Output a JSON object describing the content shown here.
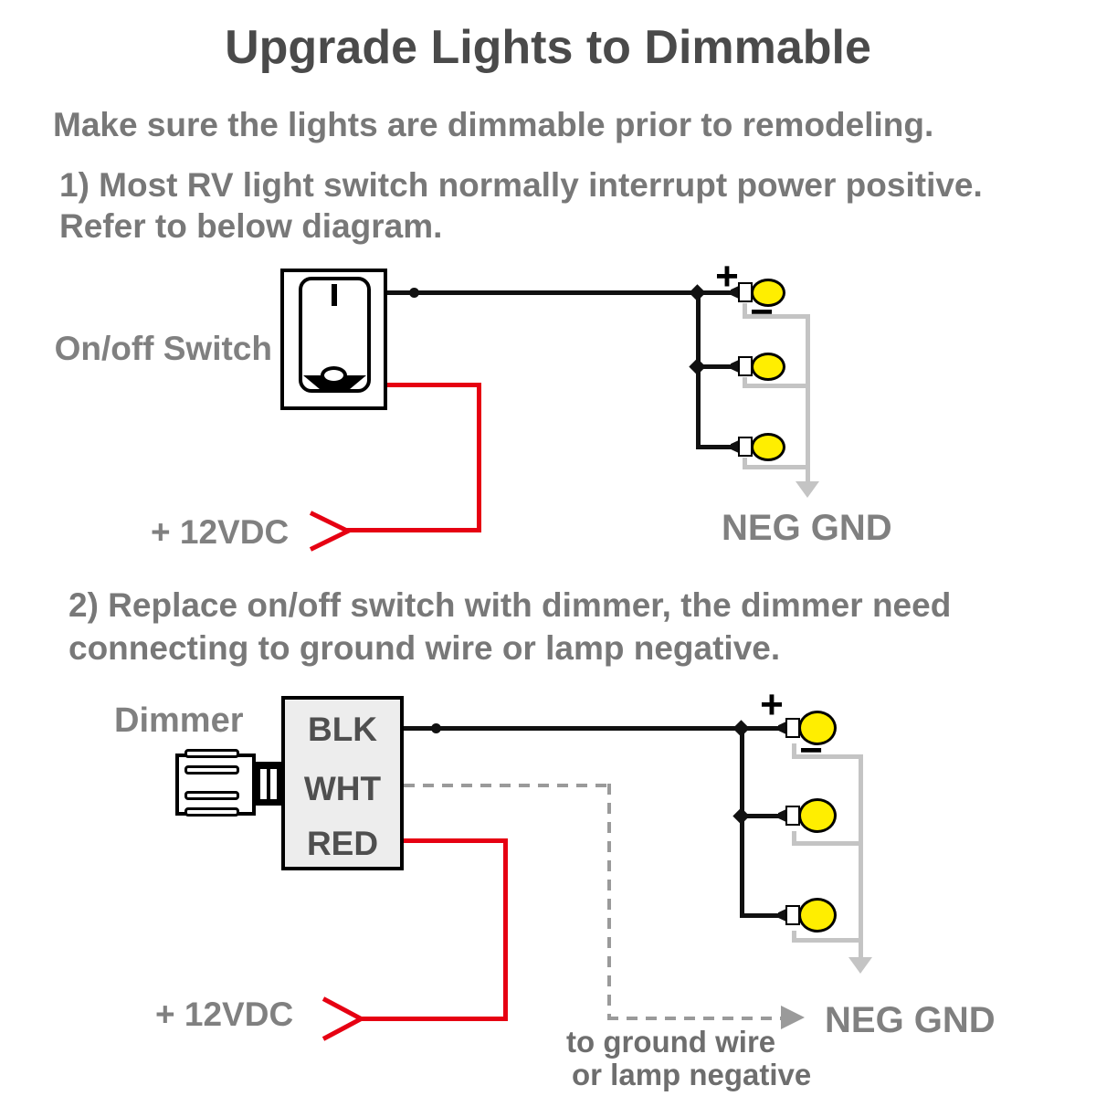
{
  "title": "Upgrade Lights to Dimmable",
  "intro": "Make sure the lights are dimmable prior to remodeling.",
  "step1": {
    "line1": "1) Most RV light switch normally interrupt power positive.",
    "line2": "Refer to below diagram."
  },
  "step2": {
    "line1": "2) Replace on/off switch with dimmer, the dimmer need",
    "line2": "connecting to ground wire or lamp negative."
  },
  "diagram1": {
    "switch_label": "On/off Switch",
    "power_label": "+ 12VDC",
    "ground_label": "NEG GND",
    "plus": "+",
    "minus": "−"
  },
  "diagram2": {
    "dimmer_label": "Dimmer",
    "wires": [
      {
        "label": "BLK"
      },
      {
        "label": "WHT"
      },
      {
        "label": "RED"
      }
    ],
    "power_label": "+ 12VDC",
    "ground_label": "NEG GND",
    "note_line1": "to ground wire",
    "note_line2": "or lamp negative",
    "plus": "+",
    "minus": "−"
  },
  "colors": {
    "wire_black": "#111111",
    "wire_red": "#e60012",
    "wire_gray": "#c4c4c4",
    "dash_gray": "#9a9a9a",
    "bulb_yellow": "#ffee00",
    "title_text": "#4a4a4a",
    "body_text": "#787878",
    "label_text": "#808080"
  }
}
